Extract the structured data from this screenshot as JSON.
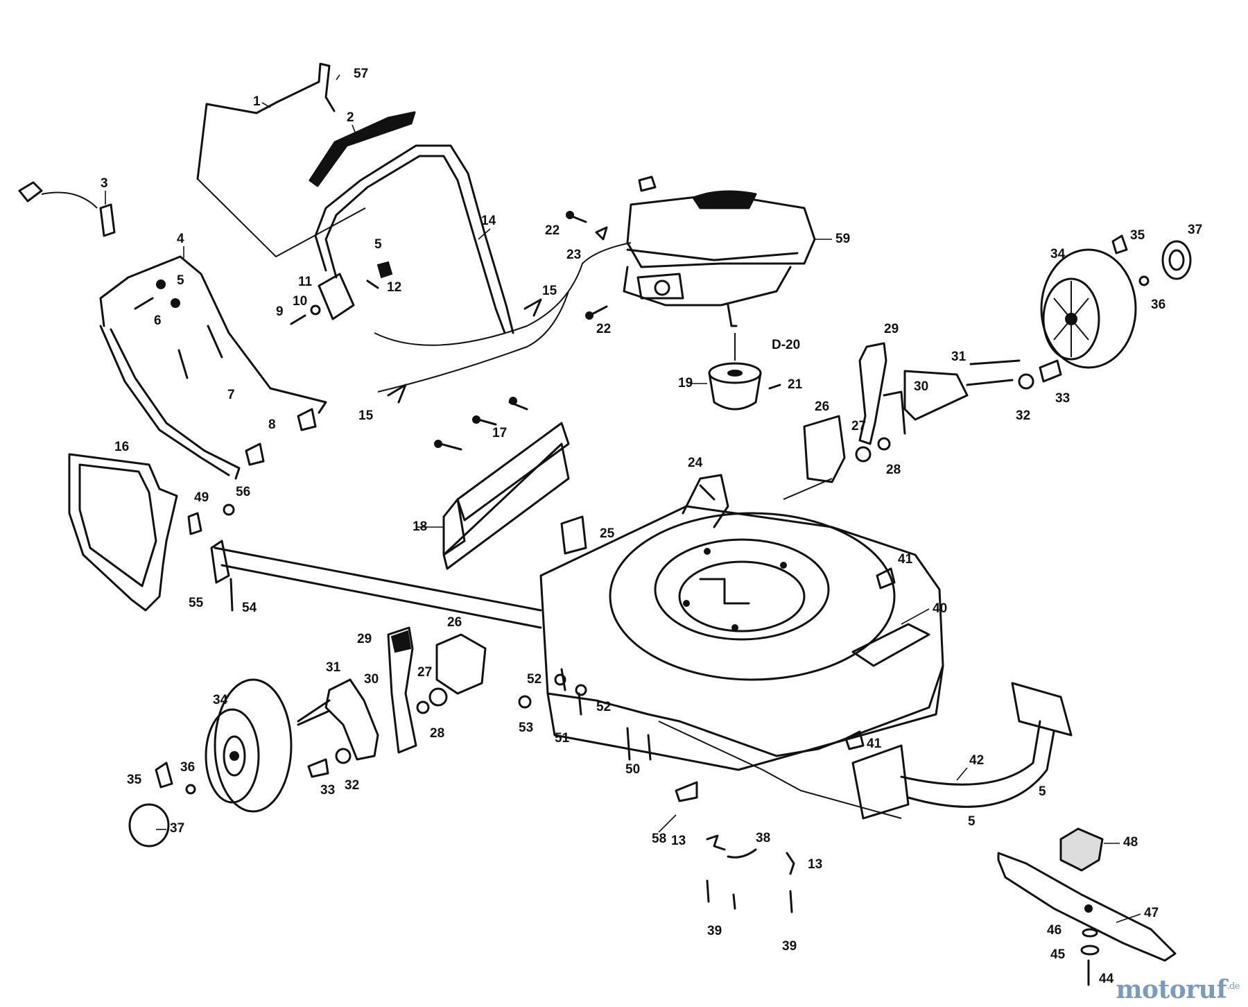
{
  "diagram": {
    "callouts": [
      "57",
      "1",
      "2",
      "3",
      "4",
      "5",
      "6",
      "7",
      "8",
      "9",
      "10",
      "11",
      "12",
      "14",
      "15",
      "22",
      "23",
      "59",
      "35",
      "37",
      "34",
      "36",
      "29",
      "31",
      "30",
      "33",
      "32",
      "19",
      "21",
      "26",
      "27",
      "28",
      "24",
      "17",
      "18",
      "16",
      "49",
      "56",
      "25",
      "55",
      "54",
      "41",
      "40",
      "26",
      "29",
      "30",
      "31",
      "34",
      "27",
      "28",
      "52",
      "53",
      "51",
      "50",
      "58",
      "13",
      "38",
      "13",
      "39",
      "39",
      "35",
      "36",
      "37",
      "33",
      "32",
      "42",
      "5",
      "5",
      "48",
      "47",
      "46",
      "45",
      "44",
      "5",
      "15",
      "22",
      "41",
      "52",
      "D-20"
    ]
  },
  "watermark": {
    "brand": "motoruf",
    "tld": ".de"
  }
}
